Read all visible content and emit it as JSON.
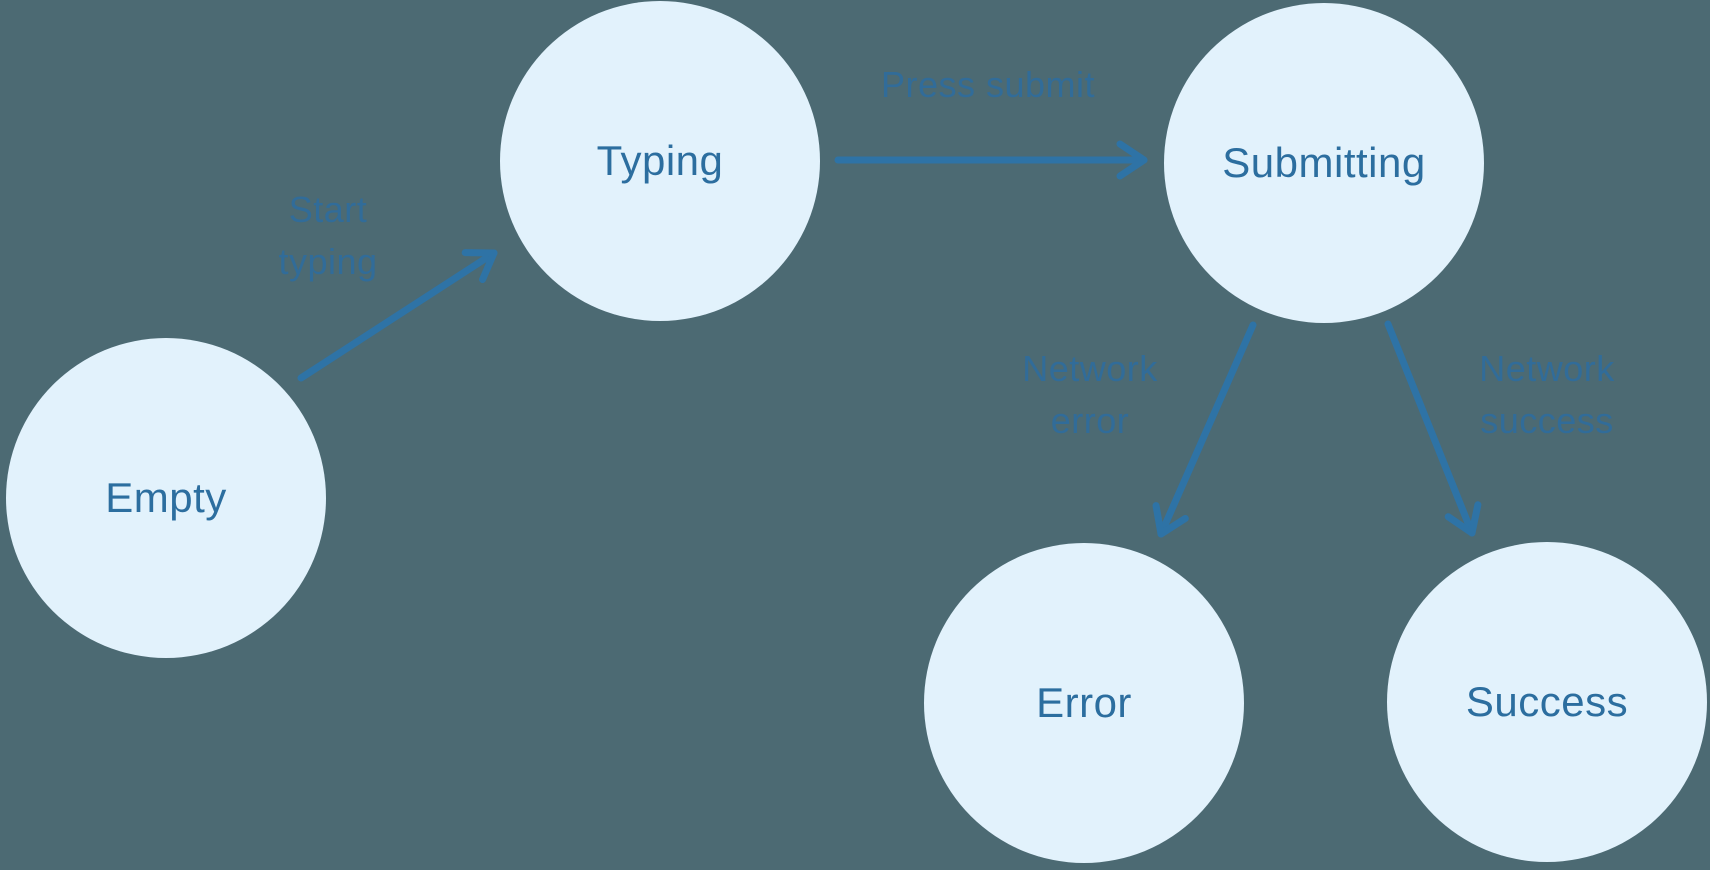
{
  "colors": {
    "background": "#4C6A73",
    "node_fill": "#E2F2FC",
    "node_text": "#2C6E9F",
    "edge": "#2E73A6",
    "edge_label": "#316C99"
  },
  "nodes": {
    "empty": {
      "label": "Empty"
    },
    "typing": {
      "label": "Typing"
    },
    "submitting": {
      "label": "Submitting"
    },
    "error": {
      "label": "Error"
    },
    "success": {
      "label": "Success"
    }
  },
  "edges": {
    "start_typing": {
      "label": "Start typing",
      "line1": "Start",
      "line2": "typing",
      "from": "Empty",
      "to": "Typing"
    },
    "press_submit": {
      "label": "Press submit",
      "line1": "Press submit",
      "line2": "",
      "from": "Typing",
      "to": "Submitting"
    },
    "network_error": {
      "label": "Network error",
      "line1": "Network",
      "line2": "error",
      "from": "Submitting",
      "to": "Error"
    },
    "network_success": {
      "label": "Network success",
      "line1": "Network",
      "line2": "success",
      "from": "Submitting",
      "to": "Success"
    }
  }
}
